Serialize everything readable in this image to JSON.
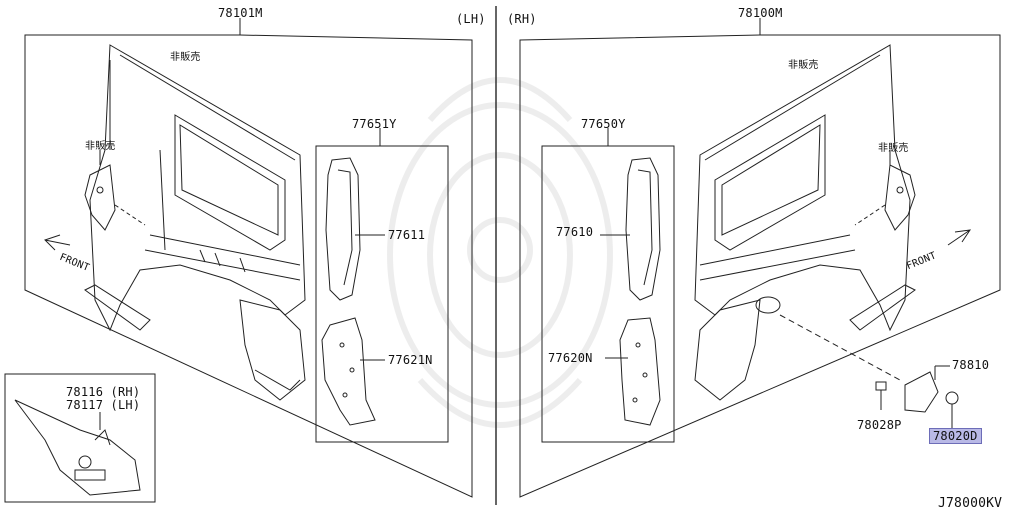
{
  "diagram_code": "J78000KV",
  "sides": {
    "lh": "(LH)",
    "rh": "(RH)"
  },
  "front_label": "FRONT",
  "not_sold": "非販売",
  "highlight_color": "#b9b9e6",
  "parts": {
    "p78101M": "78101M",
    "p78100M": "78100M",
    "p77651Y": "77651Y",
    "p77650Y": "77650Y",
    "p77611": "77611",
    "p77610": "77610",
    "p77621N": "77621N",
    "p77620N": "77620N",
    "p78810": "78810",
    "p78028P": "78028P",
    "p78020D": "78020D",
    "p78116": "78116 (RH)",
    "p78117": "78117 (LH)"
  }
}
